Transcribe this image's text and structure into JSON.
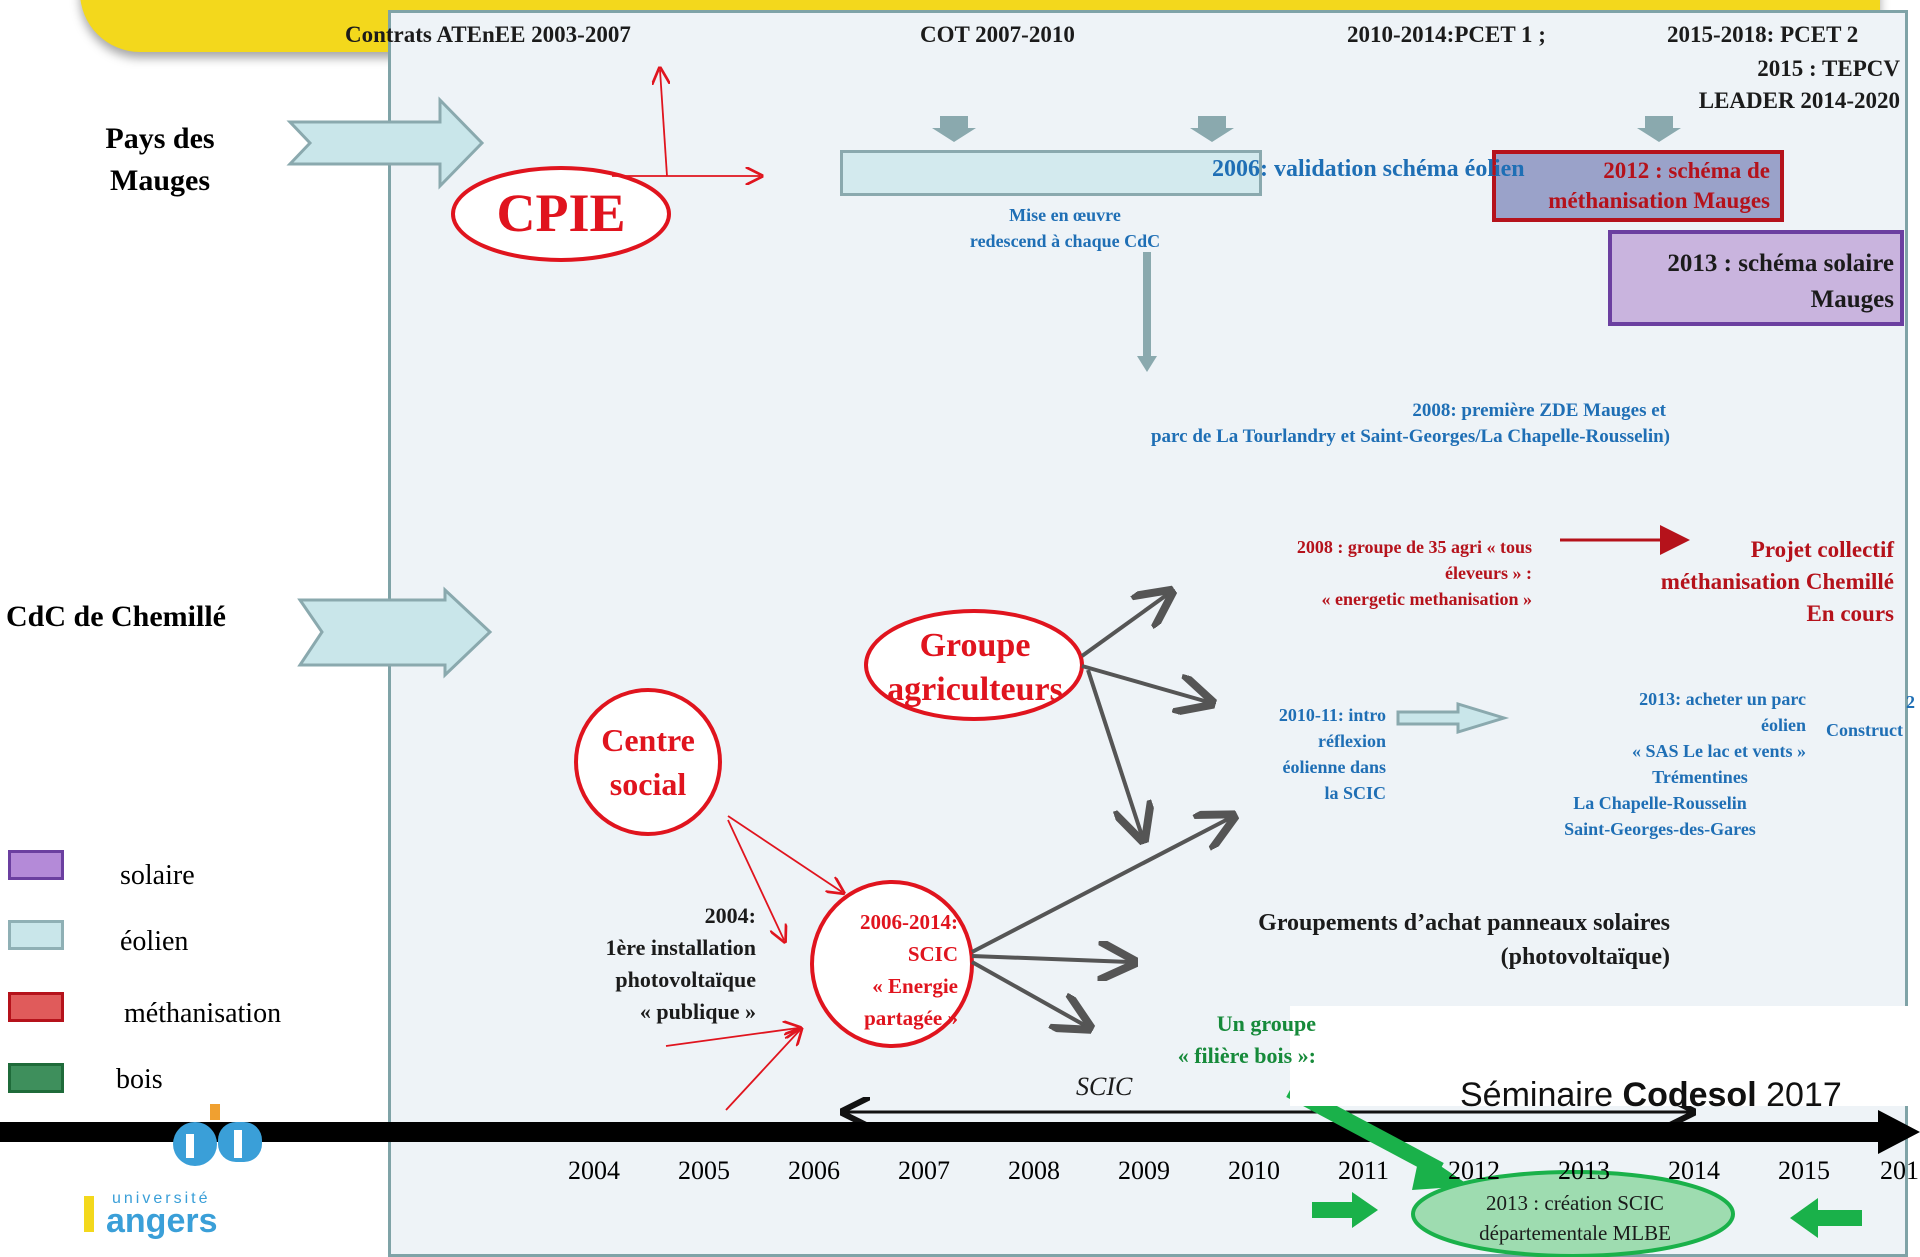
{
  "header": {
    "items": [
      "Contrats ATEnEE 2003-2007",
      "COT 2007-2010",
      "2010-2014:PCET 1 ;",
      "2015-2018: PCET 2"
    ],
    "sub1": "2015 : TEPCV",
    "sub2": "LEADER 2014-2020"
  },
  "left_labels": {
    "pays": "Pays des Mauges",
    "cdc": "CdC de Chemillé"
  },
  "legend": {
    "items": [
      {
        "label": "solaire",
        "color": "#9b6fc9"
      },
      {
        "label": "éolien",
        "color": "#c9e6ea"
      },
      {
        "label": "méthanisation",
        "color": "#e05b5b"
      },
      {
        "label": "bois",
        "color": "#2f8a4f"
      }
    ]
  },
  "actors": {
    "cpie": "CPIE",
    "groupe": "Groupe agriculteurs",
    "centre": "Centre social",
    "scic_line1": "2006-2014:",
    "scic_line2": "SCIC",
    "scic_line3": "« Energie",
    "scic_line4": "partagée »"
  },
  "events": {
    "validation": "2006: validation schéma éolien",
    "mise1": "Mise en œuvre",
    "mise2": "redescend à chaque CdC",
    "metha2012_1": "2012 : schéma de",
    "metha2012_2": "méthanisation Mauges",
    "solaire2013_1": "2013 : schéma solaire",
    "solaire2013_2": "Mauges",
    "zde1": "2008: première ZDE Mauges et",
    "zde2": "parc de  La Tourlandry  et Saint-Georges/La Chapelle-Rousselin)",
    "agri1": "2008 : groupe  de 35 agri  « tous",
    "agri2": "éleveurs » :",
    "agri3": "« energetic methanisation »",
    "projet1": "Projet collectif",
    "projet2": "méthanisation Chemillé",
    "projet3": "En cours",
    "intro1": "2010-11: intro",
    "intro2": "réflexion",
    "intro3": "éolienne dans",
    "intro4": "la SCIC",
    "parc1": "2013: acheter un parc",
    "parc2": "éolien",
    "parc3": "« SAS Le lac et vents »",
    "parc4": "Trémentines",
    "parc5": "La Chapelle-Rousselin",
    "parc6": "Saint-Georges-des-Gares",
    "construct": "Construct",
    "construct_num": "2",
    "install1": "2004:",
    "install2": "1ère installation",
    "install3": "photovoltaïque",
    "install4": "« publique »",
    "achat1": "Groupements d’achat panneaux solaires",
    "achat2": "(photovoltaïque)",
    "bois1": "Un groupe",
    "bois2": "« filière bois »:",
    "scic_span": "SCIC",
    "mlbe1": "2013 :  création SCIC",
    "mlbe2": "départementale MLBE"
  },
  "seminaire": {
    "prefix": "Séminaire ",
    "bold": "Codesol",
    "year": " 2017"
  },
  "timeline": {
    "years": [
      "2004",
      "2005",
      "2006",
      "2007",
      "2008",
      "2009",
      "2010",
      "2011",
      "2012",
      "2013",
      "2014",
      "2015",
      "201"
    ]
  },
  "logo": {
    "line1": "université",
    "line2": "angers"
  }
}
